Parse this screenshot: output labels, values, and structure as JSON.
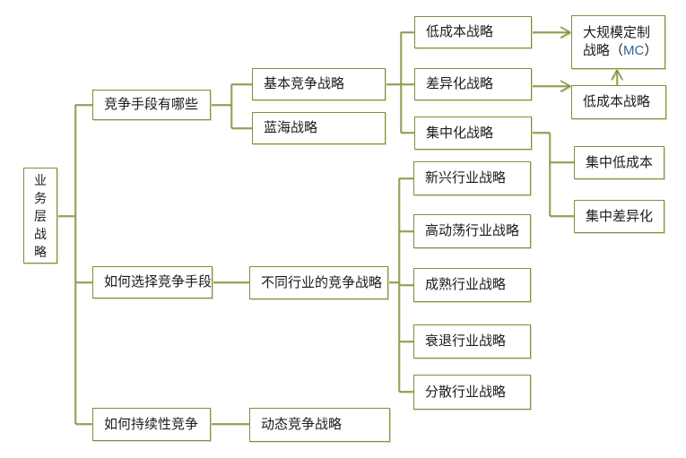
{
  "colors": {
    "background": "#FFFFFF",
    "box_border": "#7E903E",
    "connector": "#7E903E",
    "connector_shadow": "#CBD7A4",
    "text": "#1B1B1B",
    "code_text": "#31659C"
  },
  "nodes": {
    "root": {
      "label": "业务层战略"
    },
    "howMany": {
      "label": "竞争手段有哪些"
    },
    "choose": {
      "label": "如何选择竞争手段"
    },
    "sustain": {
      "label": "如何持续性竞争"
    },
    "basic": {
      "label": "基本竞争战略"
    },
    "blueOcean": {
      "label": "蓝海战略"
    },
    "industries": {
      "label": "不同行业的竞争战略"
    },
    "dynamic": {
      "label": "动态竞争战略"
    },
    "lowCost": {
      "label": "低成本战略"
    },
    "diff": {
      "label": "差异化战略"
    },
    "focus": {
      "label": "集中化战略"
    },
    "emerging": {
      "label": "新兴行业战略"
    },
    "turbulent": {
      "label": "高动荡行业战略"
    },
    "mature": {
      "label": "成熟行业战略"
    },
    "declining": {
      "label": "衰退行业战略"
    },
    "fragmented": {
      "label": "分散行业战略"
    },
    "mc": {
      "line1": "大规模定制",
      "line2_pre": "战略（",
      "line2_code": "MC",
      "line2_post": "）"
    },
    "lowCost2": {
      "label": "低成本战略"
    },
    "focusLowCost": {
      "label": "集中低成本"
    },
    "focusDiff": {
      "label": "集中差异化"
    }
  },
  "hierarchy": [
    {
      "label": "业务层战略",
      "children": [
        {
          "label": "竞争手段有哪些",
          "children": [
            {
              "label": "基本竞争战略",
              "children": [
                {
                  "label": "低成本战略"
                },
                {
                  "label": "差异化战略"
                },
                {
                  "label": "集中化战略",
                  "children": [
                    {
                      "label": "集中低成本"
                    },
                    {
                      "label": "集中差异化"
                    }
                  ]
                }
              ]
            },
            {
              "label": "蓝海战略"
            }
          ]
        },
        {
          "label": "如何选择竞争手段",
          "children": [
            {
              "label": "不同行业的竞争战略",
              "children": [
                {
                  "label": "新兴行业战略"
                },
                {
                  "label": "高动荡行业战略"
                },
                {
                  "label": "成熟行业战略"
                },
                {
                  "label": "衰退行业战略"
                },
                {
                  "label": "分散行业战略"
                }
              ]
            }
          ]
        },
        {
          "label": "如何持续性竞争",
          "children": [
            {
              "label": "动态竞争战略"
            }
          ]
        }
      ]
    }
  ],
  "arrows": [
    {
      "from": "低成本战略",
      "to": "大规模定制战略（MC）",
      "direction": "right"
    },
    {
      "from": "差异化战略",
      "to": "低成本战略(右列)",
      "direction": "right"
    },
    {
      "from": "低成本战略(右列)",
      "to": "大规模定制战略（MC）",
      "direction": "up"
    }
  ]
}
